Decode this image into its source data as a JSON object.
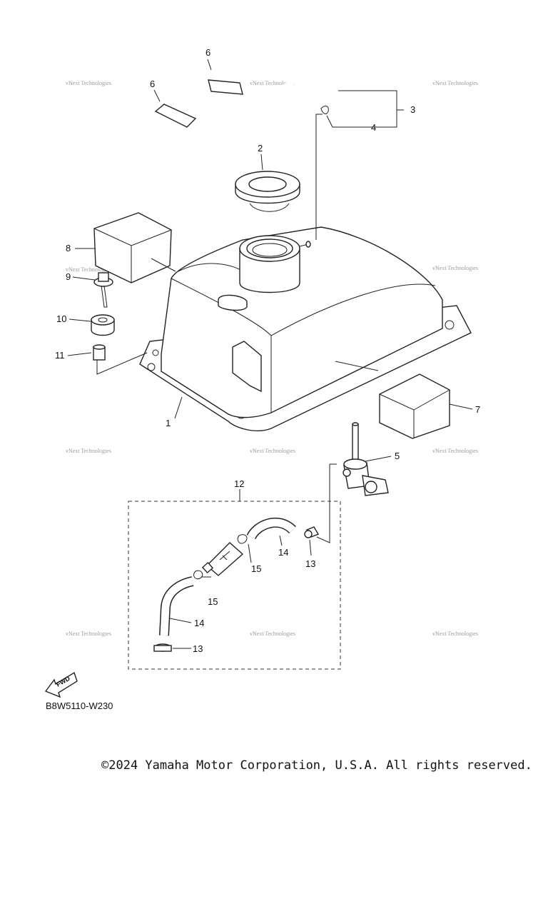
{
  "diagram": {
    "callouts": {
      "c1": "1",
      "c2": "2",
      "c3": "3",
      "c4": "4",
      "c5": "5",
      "c6a": "6",
      "c6b": "6",
      "c7": "7",
      "c8": "8",
      "c9": "9",
      "c10": "10",
      "c11": "11",
      "c12": "12",
      "c13a": "13",
      "c13b": "13",
      "c14a": "14",
      "c14b": "14",
      "c15a": "15",
      "c15b": "15"
    },
    "watermark": "vNext Technologies",
    "fwd_label": "FWD",
    "diagram_code": "B8W5110-W230"
  },
  "footer": {
    "copyright": "©2024 Yamaha Motor Corporation, U.S.A. All rights reserved."
  }
}
